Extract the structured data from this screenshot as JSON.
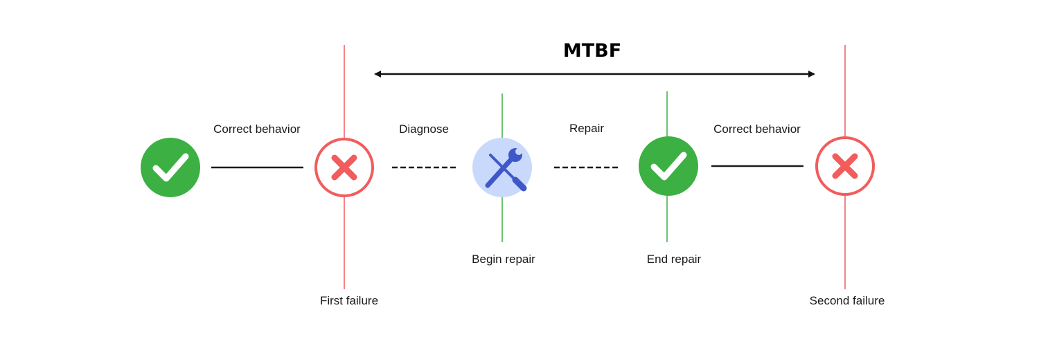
{
  "title": "MTBF",
  "labels": {
    "correct_behavior_1": "Correct behavior",
    "diagnose": "Diagnose",
    "repair": "Repair",
    "correct_behavior_2": "Correct behavior",
    "first_failure": "First failure",
    "begin_repair": "Begin repair",
    "end_repair": "End repair",
    "second_failure": "Second failure"
  },
  "icons": {
    "ok_1": "check-circle-icon",
    "fail_1": "cross-circle-icon",
    "repair": "wrench-screwdriver-icon",
    "ok_2": "check-circle-icon",
    "fail_2": "cross-circle-icon"
  },
  "colors": {
    "ok_green": "#3cb043",
    "fail_red": "#f25c5c",
    "repair_bg": "#c9d9fb",
    "tool_blue": "#3f57c9",
    "green_line": "#3cb043",
    "red_line": "#f25c5c"
  }
}
